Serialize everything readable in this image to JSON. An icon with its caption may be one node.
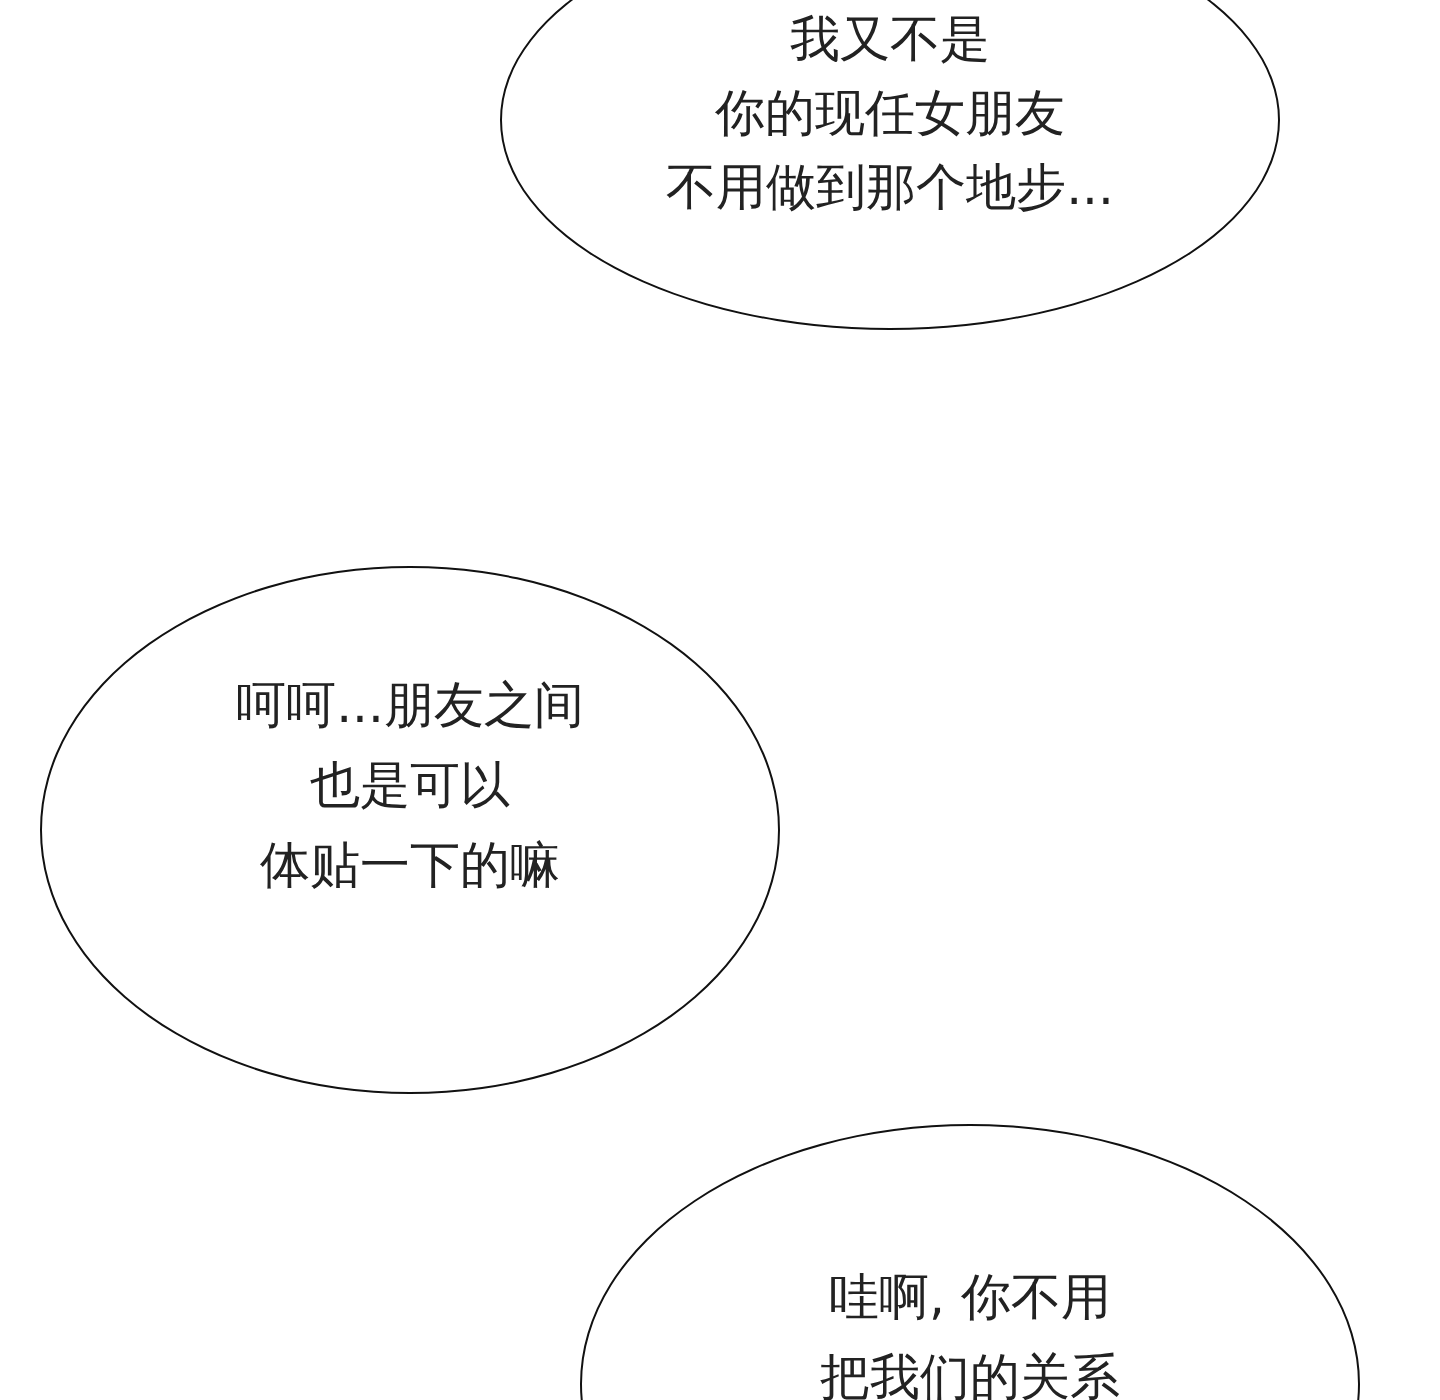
{
  "diagram": {
    "nodes": [
      {
        "text": [
          "我又不是你的现任女朋友不用做到那个地步..."
        ]
      },
      {
        "text": [
          "呵呵...朋友之间也是可以体贴一下的嘛"
        ]
      },
      {
        "text": [
          "哇啊, 你不用把我们的关系"
        ]
      }
    ]
  }
}
